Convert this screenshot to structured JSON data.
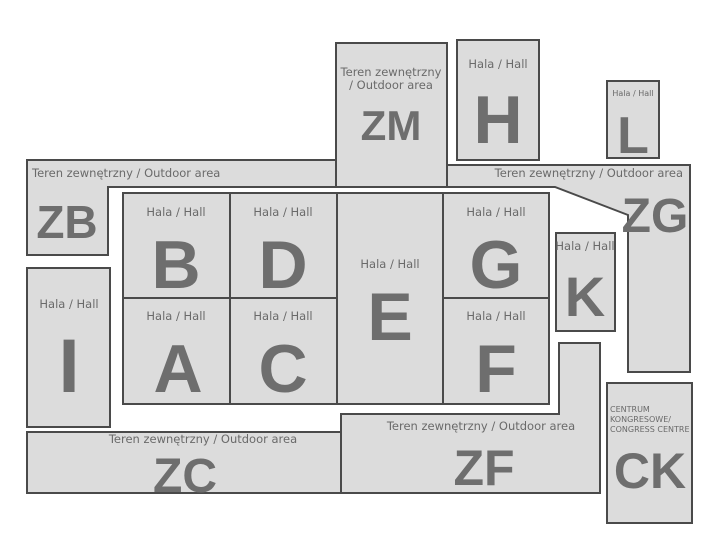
{
  "zones": {
    "ZM": {
      "code": "ZM",
      "sub1": "Teren zewnętrzny",
      "sub2": "/ Outdoor area"
    },
    "H": {
      "code": "H",
      "sub": "Hala / Hall"
    },
    "L": {
      "code": "L",
      "sub": "Hala / Hall"
    },
    "ZB": {
      "code": "ZB",
      "sub": "Teren zewnętrzny / Outdoor area"
    },
    "ZG": {
      "code": "ZG",
      "sub": "Teren zewnętrzny / Outdoor area"
    },
    "B": {
      "code": "B",
      "sub": "Hala / Hall"
    },
    "D": {
      "code": "D",
      "sub": "Hala / Hall"
    },
    "E": {
      "code": "E",
      "sub": "Hala / Hall"
    },
    "G": {
      "code": "G",
      "sub": "Hala / Hall"
    },
    "A": {
      "code": "A",
      "sub": "Hala / Hall"
    },
    "C": {
      "code": "C",
      "sub": "Hala / Hall"
    },
    "F": {
      "code": "F",
      "sub": "Hala / Hall"
    },
    "K": {
      "code": "K",
      "sub": "Hala / Hall"
    },
    "I": {
      "code": "I",
      "sub": "Hala / Hall"
    },
    "ZC": {
      "code": "ZC",
      "sub": "Teren zewnętrzny / Outdoor area"
    },
    "ZF": {
      "code": "ZF",
      "sub": "Teren zewnętrzny / Outdoor area"
    },
    "CK": {
      "code": "CK",
      "sub1": "CENTRUM",
      "sub2": "KONGRESOWE/",
      "sub3": "CONGRESS CENTRE"
    }
  }
}
